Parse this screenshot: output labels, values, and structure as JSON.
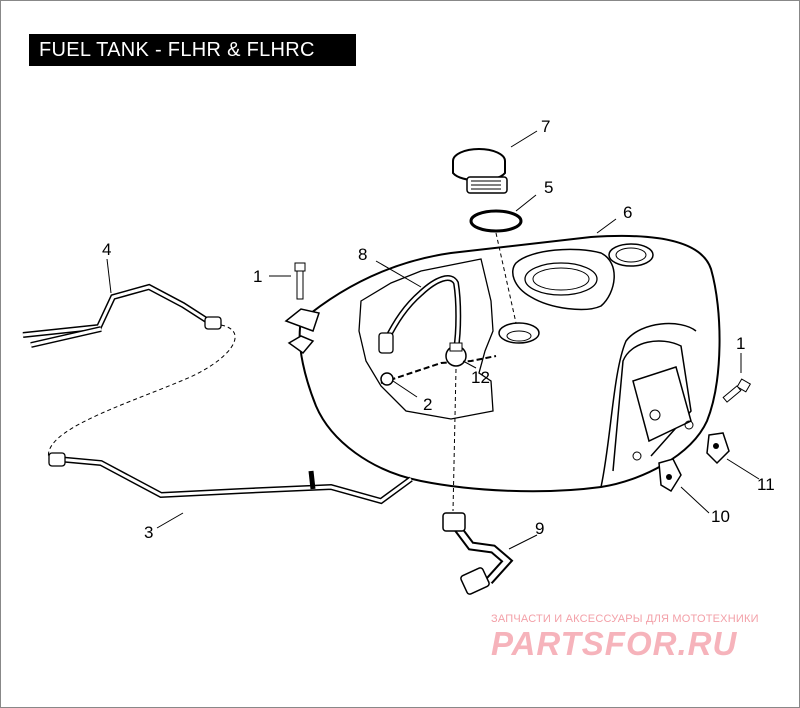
{
  "title": "FUEL TANK - FLHR & FLHRC",
  "callouts": {
    "c1a": "1",
    "c1b": "1",
    "c2": "2",
    "c3": "3",
    "c4": "4",
    "c5": "5",
    "c6": "6",
    "c7": "7",
    "c8": "8",
    "c9": "9",
    "c10": "10",
    "c11": "11",
    "c12": "12"
  },
  "watermark": {
    "subtitle": "ЗАПЧАСТИ И АКСЕССУАРЫ ДЛЯ МОТОТЕХНИКИ",
    "logo": "PARTSFOR.RU"
  }
}
